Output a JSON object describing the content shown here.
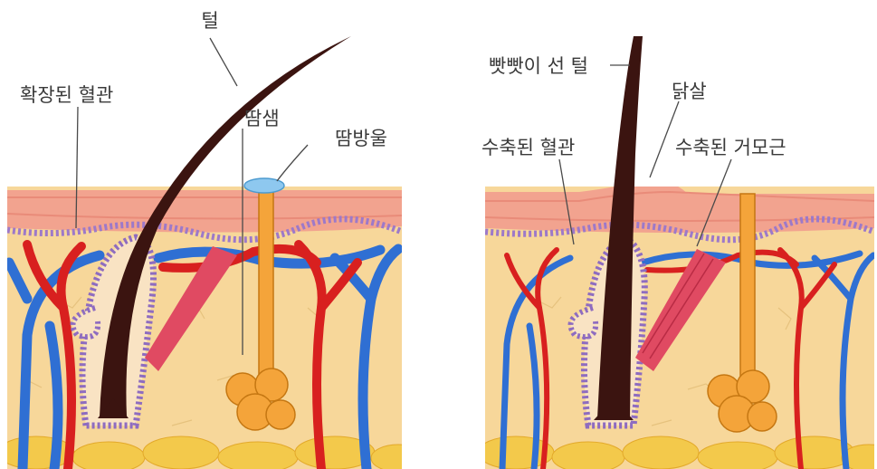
{
  "left_panel": {
    "hair": "털",
    "dilated_vessel": "확장된 혈관",
    "sweat_gland": "땀샘",
    "sweat_drop": "땀방울"
  },
  "right_panel": {
    "erect_hair": "빳빳이 선 털",
    "goosebump": "닭살",
    "constricted_vessel": "수축된 혈관",
    "contracted_muscle": "수축된 거모근"
  },
  "colors": {
    "epidermis": "#f2a38f",
    "dermis": "#f7d79a",
    "fat": "#f3c94b",
    "artery": "#d8201f",
    "vein": "#2f6fd3",
    "hair": "#3b1410",
    "follicle_sheath": "#8e6cc0",
    "arrector_muscle": "#e04a62",
    "sweat_gland": "#f4a43a",
    "sweat_drop": "#8ec8ef"
  }
}
